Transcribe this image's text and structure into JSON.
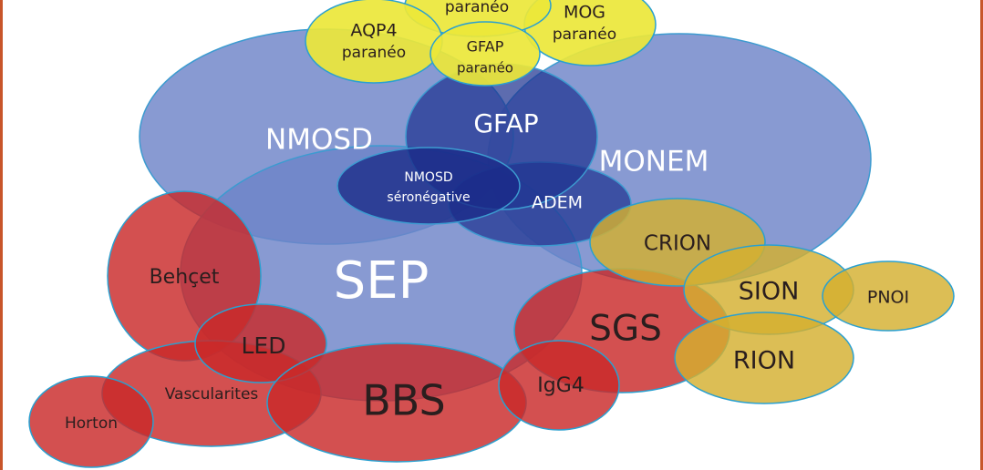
{
  "labels": {
    "aqp4": "AQP4",
    "aqp4_sub": "paranéo",
    "top": "paranéo",
    "mog": "MOG",
    "mog_sub": "paranéo",
    "gfap_p": "GFAP",
    "gfap_p_sub": "paranéo",
    "gfap": "GFAP",
    "nmosd": "NMOSD",
    "monem": "MONEM",
    "nmosd_sero": "NMOSD",
    "nmosd_sero_sub": "séronégative",
    "adem": "ADEM",
    "crion": "CRION",
    "sep": "SEP",
    "behcet": "Behçet",
    "sion": "SION",
    "pnoi": "PNOI",
    "led": "LED",
    "sgs": "SGS",
    "rion": "RION",
    "vascularites": "Vascularites",
    "bbs": "BBS",
    "igg4": "IgG4",
    "horton": "Horton"
  }
}
